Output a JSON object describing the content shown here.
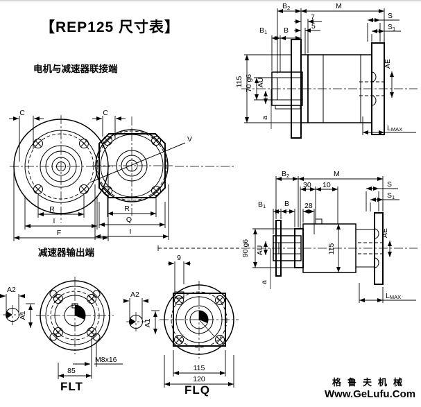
{
  "title": "【REP125 尺寸表】",
  "sections": {
    "motor_end": "电机与减速器联接端",
    "output_end": "减速器输出端"
  },
  "round_view": {
    "c": "C",
    "r": "R",
    "i": "I",
    "f": "F"
  },
  "square_view": {
    "c": "C",
    "v": "V",
    "r": "R",
    "q": "Q",
    "i": "I"
  },
  "flt": {
    "a2": "A2",
    "a1": "A1",
    "thread": "M8x16",
    "d85": "85",
    "label": "FLT"
  },
  "flq": {
    "a2": "A2",
    "a1": "A1",
    "d9": "9",
    "d115": "115",
    "d120": "120",
    "label": "FLQ"
  },
  "side_top": {
    "b2_main": "B",
    "b2_sub": "2",
    "m": "M",
    "d7": "7",
    "d5": "5",
    "b1_main": "B",
    "b1_sub": "1",
    "b": "B",
    "s": "S",
    "s1_main": "S",
    "s1_sub": "1",
    "d115": "115",
    "d70": "70 g6",
    "au": "AU",
    "a": "a",
    "ae": "AE",
    "lmax_main": "L",
    "lmax_sub": "MAX"
  },
  "side_bottom": {
    "b2_main": "B",
    "b2_sub": "2",
    "m": "M",
    "d30": "30",
    "d10": "10",
    "b1_main": "B",
    "b1_sub": "1",
    "b": "B",
    "d28": "28",
    "s": "S",
    "s1_main": "S",
    "s1_sub": "1",
    "d90": "90 g6",
    "au": "AU",
    "a": "a",
    "d115": "115",
    "ae": "AE",
    "lmax_main": "L",
    "lmax_sub": "MAX"
  },
  "watermark": {
    "line1": "格鲁夫机械",
    "line2": "Www.GeLufu.Com",
    "color": "#ef9a9a"
  }
}
